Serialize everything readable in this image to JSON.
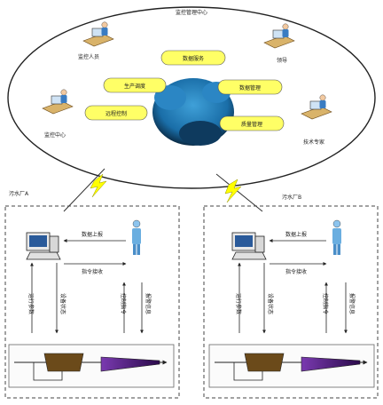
{
  "center": {
    "title": "监控管理中心",
    "bubbles": [
      "数据服务",
      "生产调度",
      "数据管理",
      "远程控制",
      "质量管理"
    ]
  },
  "stations": [
    {
      "label": "监控人员"
    },
    {
      "label": "领导"
    },
    {
      "label": "监控中心"
    },
    {
      "label": "技术专家"
    }
  ],
  "factories": [
    {
      "title": "污水厂A",
      "msg_top": "数据上报",
      "msg_bottom": "指令接收",
      "signals": [
        "运行参数",
        "设备状态",
        "控制指令",
        "报警信息"
      ]
    },
    {
      "title": "污水厂B",
      "msg_top": "数据上报",
      "msg_bottom": "指令接收",
      "signals": [
        "运行参数",
        "设备状态",
        "控制指令",
        "报警信息"
      ]
    }
  ],
  "colors": {
    "bubble_fill": "#ffff66",
    "cloud": "#1a6ea8",
    "ellipse_stroke": "#222222",
    "tank": "#6b4a1a",
    "cone": "#5a2a8a",
    "lightning": "#ffff00",
    "person": "#6aaee0"
  },
  "icons": {
    "station": "workstation-person-icon",
    "computer": "computer-icon",
    "operator": "operator-person-icon",
    "link": "lightning-bolt-icon"
  }
}
